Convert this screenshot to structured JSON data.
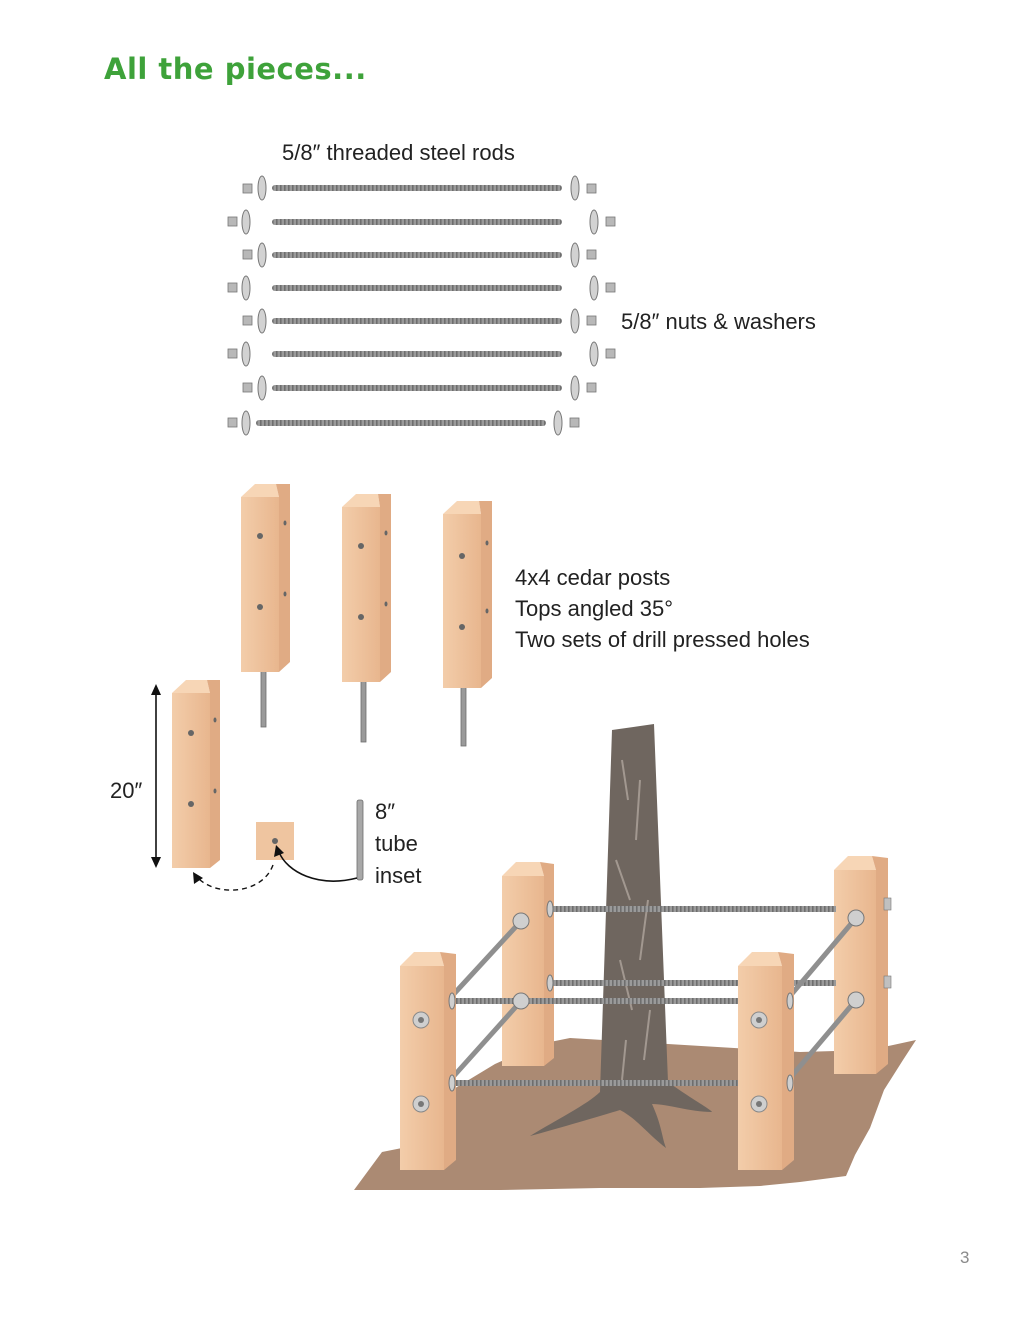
{
  "heading": "All the pieces...",
  "labels": {
    "rods": "5/8″ threaded steel rods",
    "nuts": "5/8″ nuts & washers",
    "posts": [
      "4x4 cedar posts",
      "Tops angled 35°",
      "Two sets of drill pressed holes"
    ],
    "height": "20″",
    "tube": [
      "8″",
      "tube",
      "inset"
    ]
  },
  "page_number": "3",
  "colors": {
    "heading": "#3ea23a",
    "post_face": "#efc5a0",
    "post_side": "#e3b08a",
    "rod": "#8f8f8f",
    "ground": "#ab8a73",
    "trunk": "#6f665f"
  }
}
